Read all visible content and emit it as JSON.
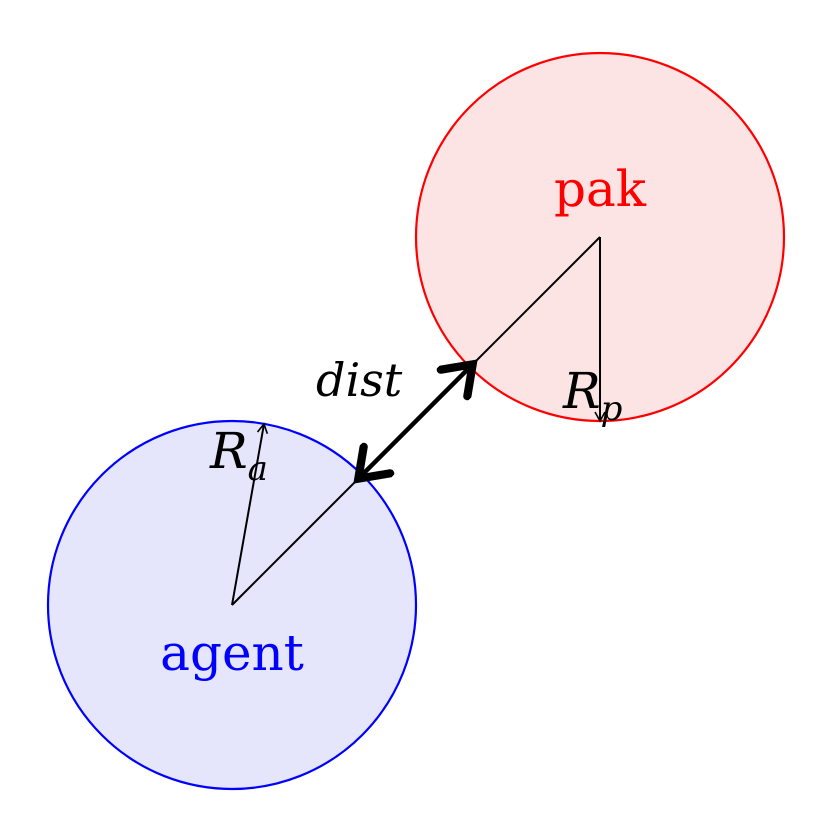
{
  "agent": {
    "label": "agent",
    "stroke": "#0000ff",
    "fill": "#e5e5fb"
  },
  "pak": {
    "label": "pak",
    "stroke": "#ff0000",
    "fill": "#fde4e4"
  },
  "labels": {
    "dist": "dist",
    "ra_main": "R",
    "ra_sub": "a",
    "rp_main": "R",
    "rp_sub": "p"
  },
  "colors": {
    "lines": "#000000"
  }
}
